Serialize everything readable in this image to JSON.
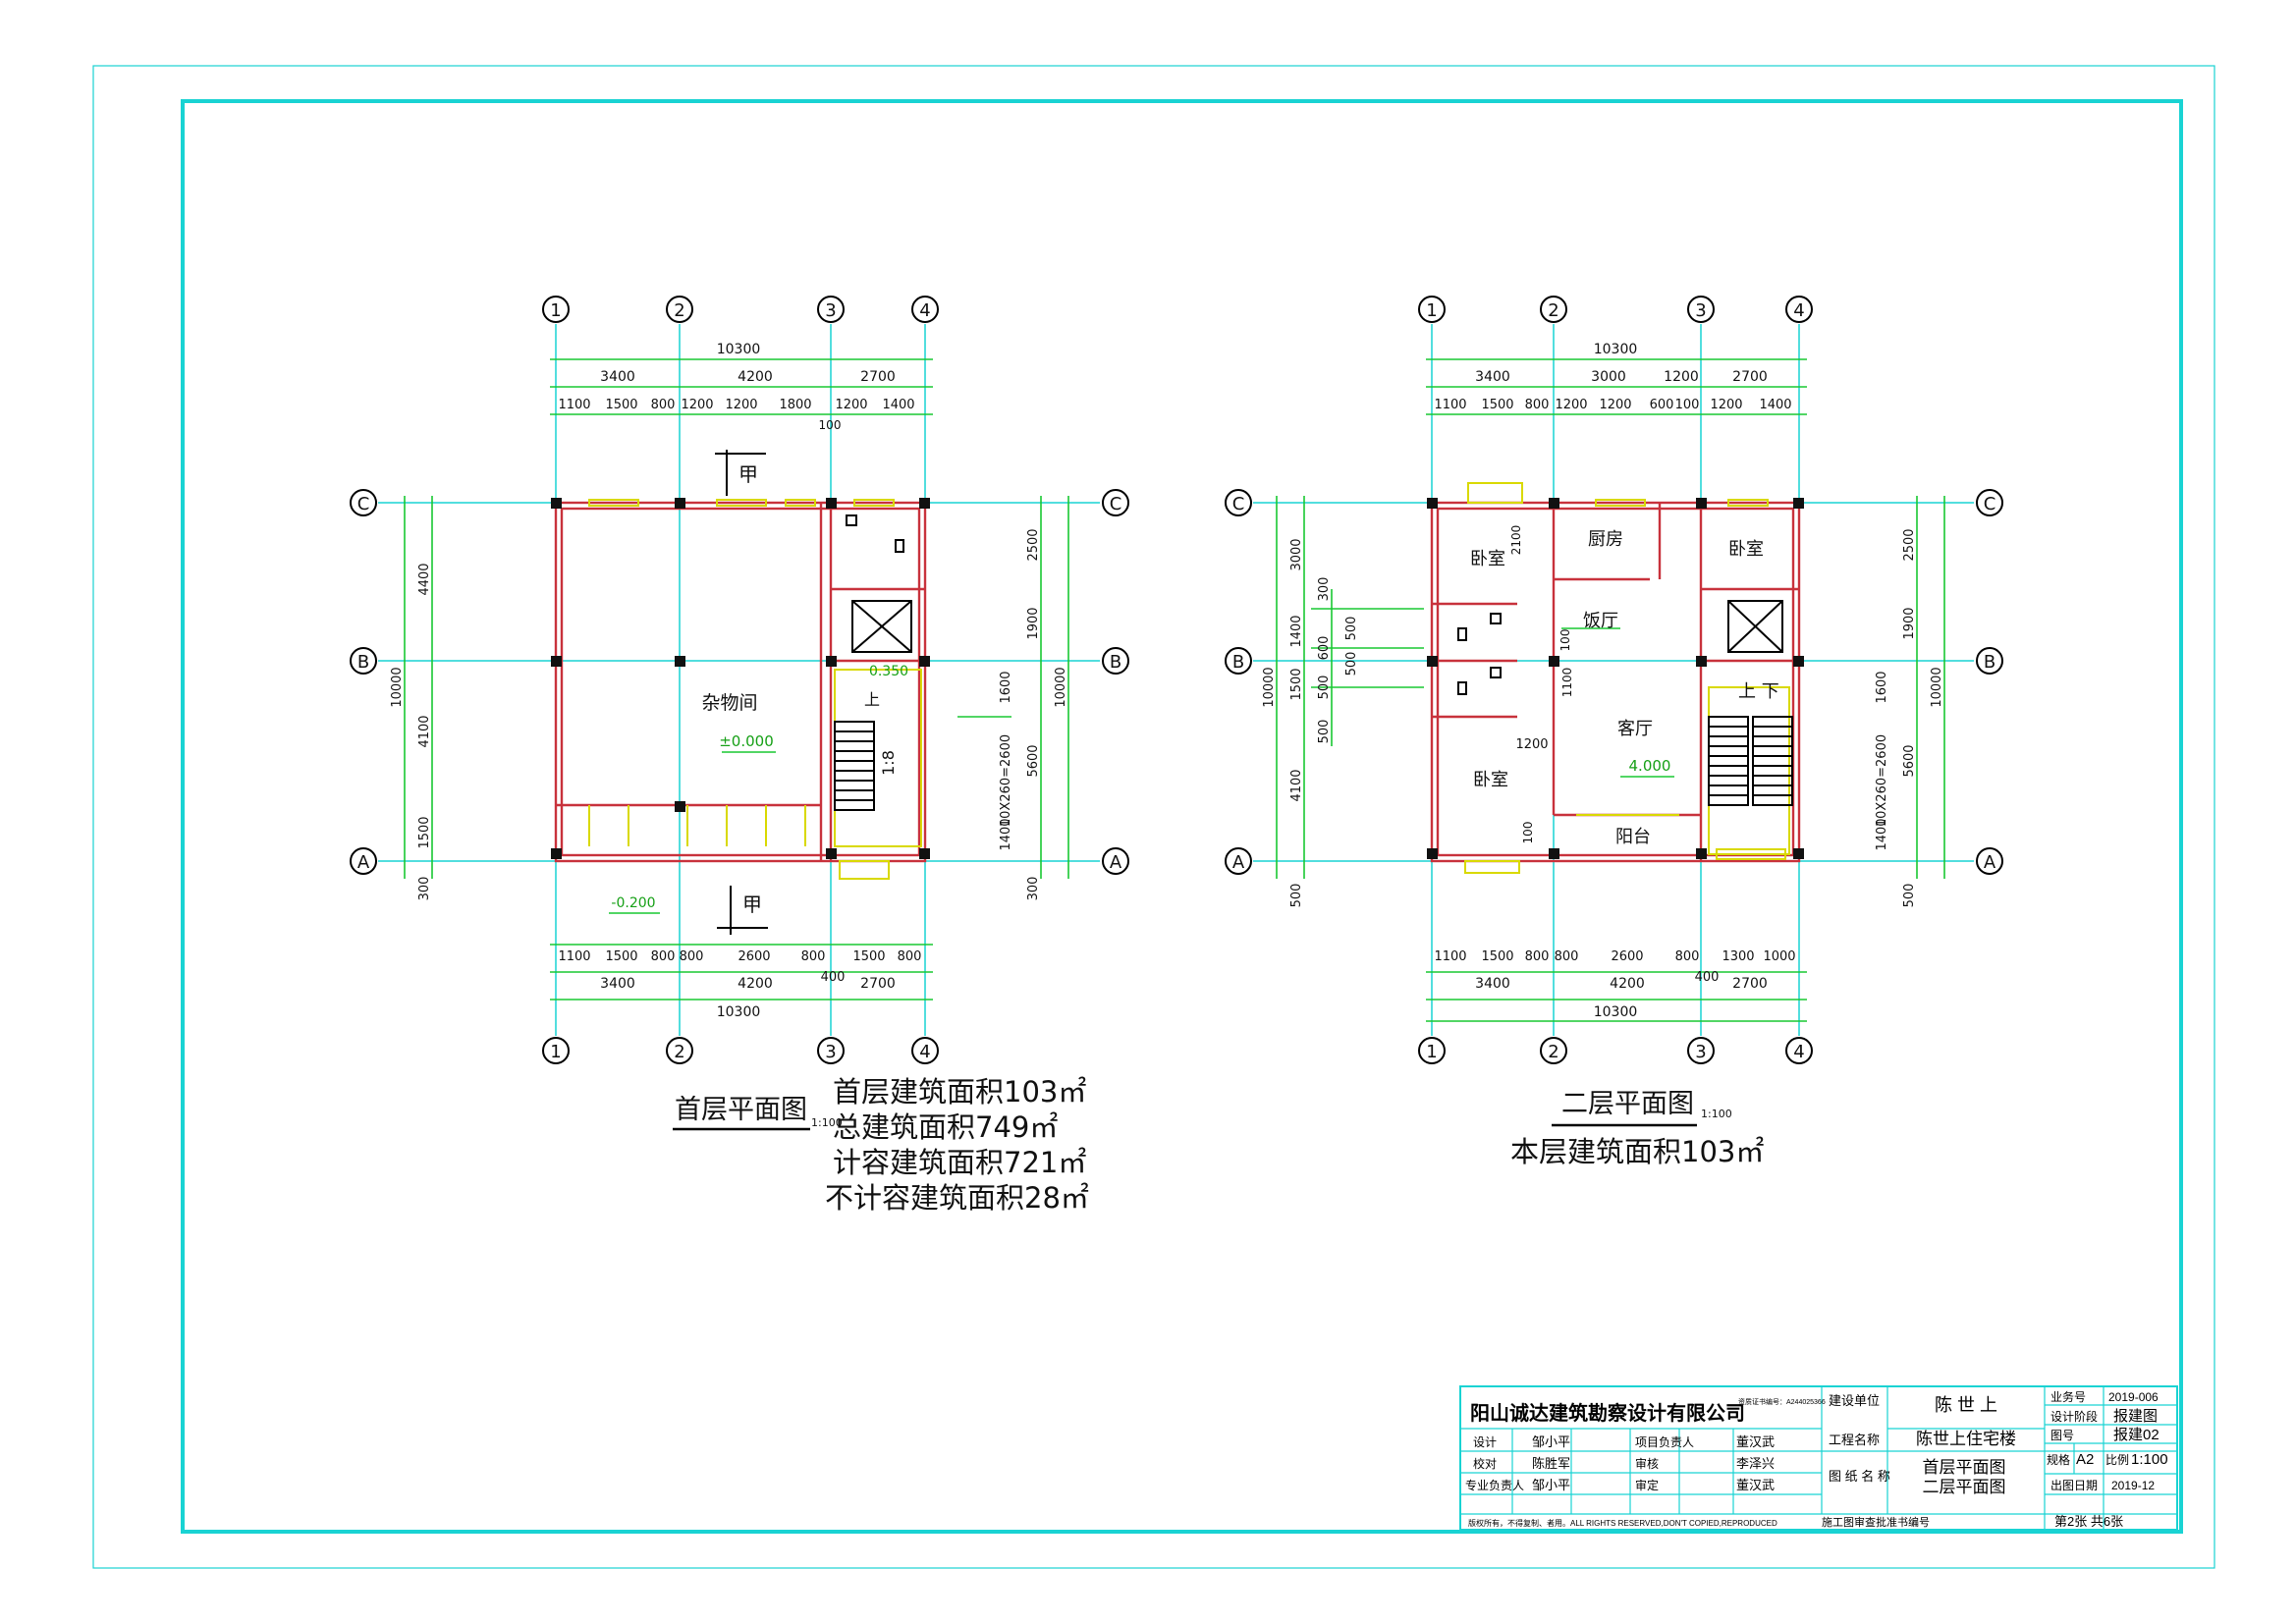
{
  "axes": {
    "cols": [
      "1",
      "2",
      "3",
      "4"
    ],
    "rows": [
      "A",
      "B",
      "C"
    ]
  },
  "plan1": {
    "title": "首层平面图",
    "scale": "1:100",
    "notes": [
      "首层建筑面积103㎡",
      "总建筑面积749㎡",
      "计容建筑面积721㎡",
      "不计容建筑面积28㎡"
    ],
    "top_total": "10300",
    "top_spans": [
      "3400",
      "4200",
      "2700"
    ],
    "top_parts": [
      "1100",
      "1500",
      "800",
      "1200",
      "1200",
      "1800",
      "1200",
      "1400"
    ],
    "top_extra": "100",
    "bot_total": "10300",
    "bot_spans": [
      "3400",
      "4200",
      "2700"
    ],
    "bot_parts": [
      "1100",
      "1500",
      "800",
      "800",
      "2600",
      "800",
      "1500",
      "800"
    ],
    "bot_extra": "400",
    "left_total": "10000",
    "left_parts": [
      "4400",
      "4100",
      "1500",
      "300"
    ],
    "right_total": "10000",
    "right_parts": [
      "2500",
      "1900",
      "1600",
      "10X260=2600",
      "5600",
      "1400",
      "300"
    ],
    "room": "杂物间",
    "elev_main": "±0.000",
    "elev_stair": "0.350",
    "elev_out": "-0.200",
    "slope": "1:8",
    "up": "上",
    "entrance": "甲"
  },
  "plan2": {
    "title": "二层平面图",
    "scale": "1:100",
    "notes": [
      "本层建筑面积103㎡"
    ],
    "top_total": "10300",
    "top_spans": [
      "3400",
      "3000",
      "1200",
      "2700"
    ],
    "top_parts": [
      "1100",
      "1500",
      "800",
      "1200",
      "1200",
      "600",
      "100",
      "1200",
      "1400"
    ],
    "bot_total": "10300",
    "bot_spans": [
      "3400",
      "4200",
      "2700"
    ],
    "bot_parts": [
      "1100",
      "1500",
      "800",
      "800",
      "2600",
      "800",
      "1300",
      "1000"
    ],
    "bot_extra": "400",
    "left_total": "10000",
    "left_parts": [
      "3000",
      "300",
      "1400",
      "1500",
      "500",
      "4100",
      "500"
    ],
    "left_inner": [
      "600",
      "500",
      "500",
      "500"
    ],
    "right_total": "10000",
    "right_parts": [
      "2500",
      "1900",
      "1600",
      "10X260=2600",
      "5600",
      "1400",
      "500"
    ],
    "rooms": [
      "卧室",
      "厨房",
      "卧室",
      "饭厅",
      "客厅",
      "卧室",
      "阳台"
    ],
    "inner_dims": [
      "2100",
      "100",
      "1100",
      "1200",
      "100"
    ],
    "elev": "4.000",
    "up_down": "上 下"
  },
  "title_block": {
    "company": "阳山诚达建筑勘察设计有限公司",
    "cert": "资质证书编号：A244025366",
    "roles": [
      {
        "label": "设计",
        "name": "邹小平",
        "label2": "项目负责人",
        "name2": "董汉武"
      },
      {
        "label": "校对",
        "name": "陈胜军",
        "label2": "审核",
        "name2": "李泽兴"
      },
      {
        "label": "专业负责人",
        "name": "邹小平",
        "label2": "审定",
        "name2": "董汉武"
      }
    ],
    "client_label": "建设单位",
    "client": "陈 世 上",
    "project_label": "工程名称",
    "project": "陈世上住宅楼",
    "drawing_label": "图 纸 名 称",
    "drawing_name": [
      "首层平面图",
      "二层平面图"
    ],
    "meta": [
      {
        "label": "业务号",
        "value": "2019-006"
      },
      {
        "label": "设计阶段",
        "value": "报建图"
      },
      {
        "label": "图号",
        "value": "报建02"
      },
      {
        "label": "规格",
        "value": "A2",
        "label2": "比例",
        "value2": "1:100"
      },
      {
        "label": "出图日期",
        "value": "2019-12"
      }
    ],
    "sheet": "第2张 共6张",
    "copyright": "版权所有，不得复制、者用。ALL RIGHTS RESERVED,DON'T COPIED,REPRODUCED",
    "approval": "施工图审查批准书编号"
  }
}
